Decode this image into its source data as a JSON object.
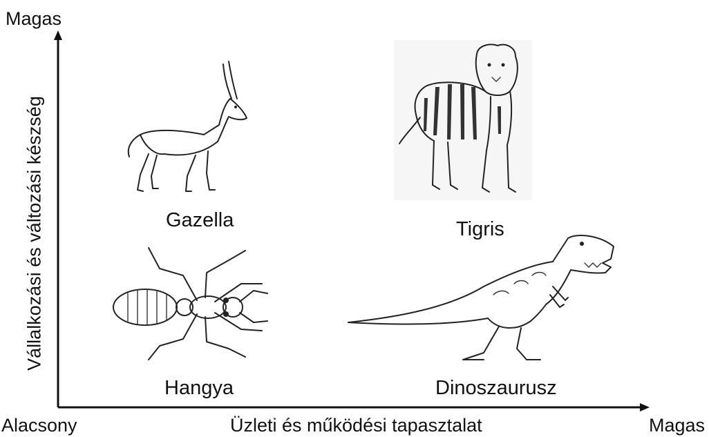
{
  "axes": {
    "y_title": "Vállalkozási és változási készség",
    "x_title": "Üzleti és működési tapasztalat",
    "y_high": "Magas",
    "x_low": "Alacsony",
    "x_high": "Magas"
  },
  "quadrants": {
    "top_left": {
      "label": "Gazella",
      "icon": "gazelle-drawing"
    },
    "top_right": {
      "label": "Tigris",
      "icon": "tiger-drawing"
    },
    "bottom_left": {
      "label": "Hangya",
      "icon": "ant-drawing"
    },
    "bottom_right": {
      "label": "Dinoszaurusz",
      "icon": "dinosaur-drawing"
    }
  }
}
